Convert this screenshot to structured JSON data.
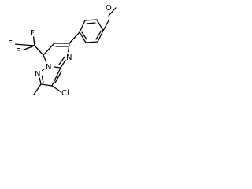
{
  "molecule": {
    "atoms": {
      "o": "O",
      "f_top": "F",
      "f_left": "F",
      "f_mid": "F",
      "n_pyrimidine": "N",
      "n_bridge": "N",
      "n_pyrazole": "N",
      "cl": "Cl"
    },
    "colors": {
      "bond": "#000000",
      "label": "#000000",
      "background": "#ffffff"
    }
  }
}
